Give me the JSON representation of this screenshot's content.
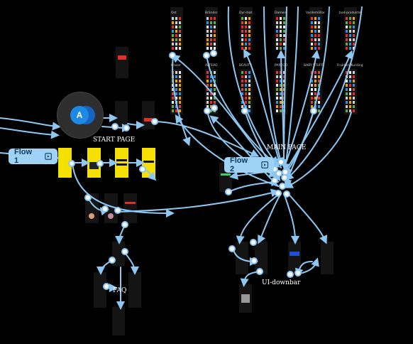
{
  "flows": [
    {
      "id": "flow1",
      "label": "Flow 1"
    },
    {
      "id": "flow2",
      "label": "Flow 2"
    }
  ],
  "avatar": {
    "initial": "A"
  },
  "section_labels": {
    "start_page": "START PAGE",
    "main_page": "MAIN PAGE",
    "faq": "FAQ",
    "ui_downbar": "UI-downbar"
  },
  "category_labels": {
    "row1": [
      "Ost",
      "Brändsr",
      "Dyr-mat",
      "Damen",
      "Vardemöllar",
      "bad-produkter"
    ],
    "row2": [
      "Frasor",
      "ALTSHO",
      "BEAUTY",
      "PARFOO",
      "BABY STUFF",
      "Frukter&Kurding"
    ]
  },
  "colors": {
    "background": "#000000",
    "connector": "#8ec8f2",
    "chip": "#9fd3f5",
    "screen_yellow": "#f5e000",
    "screen_dark": "#141414",
    "accent_red": "#e0302a"
  }
}
